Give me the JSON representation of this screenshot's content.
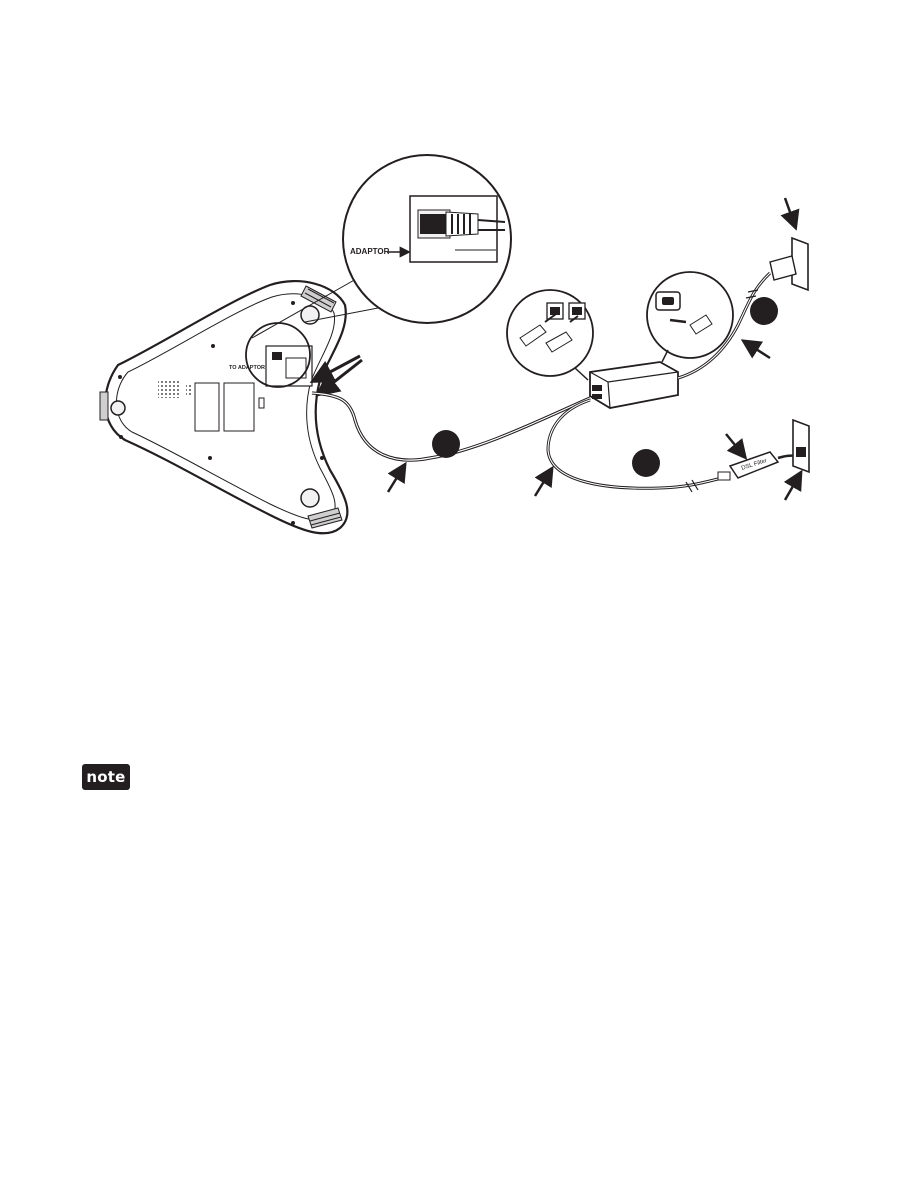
{
  "diagram": {
    "callout_label": "ADAPTOR",
    "base_label": "TO ADAPTOR",
    "filter_label": "DSL Filter",
    "step_markers": [
      {
        "id": "step-marker-a",
        "label": ""
      },
      {
        "id": "step-marker-b",
        "label": ""
      },
      {
        "id": "step-marker-c",
        "label": ""
      }
    ]
  },
  "note": {
    "label": "note"
  },
  "colors": {
    "ink": "#231f20",
    "paper": "#ffffff",
    "light_fill": "#f2f2f2",
    "mid_gray": "#9a9a9a"
  }
}
